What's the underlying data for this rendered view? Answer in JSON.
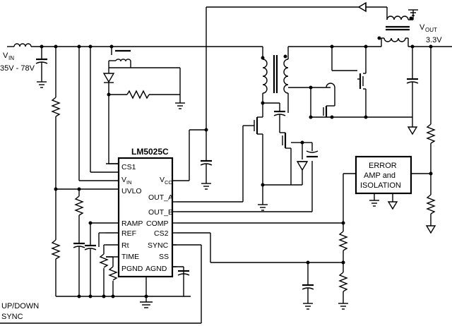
{
  "labels": {
    "vin": "V",
    "vin_sub": "IN",
    "vin_range": "35V - 78V",
    "vout": "V",
    "vout_sub": "OUT",
    "vout_value": "3.3V",
    "updown": "UP/DOWN",
    "sync": "SYNC"
  },
  "chip": {
    "name": "LM5025C",
    "pins_left": [
      "CS1",
      "V",
      "UVLO",
      "RAMP",
      "REF",
      "Rt",
      "TIME",
      "PGND"
    ],
    "pin_vin_sub": "IN",
    "pins_right": [
      "V",
      "OUT_A",
      "OUT_B",
      "COMP",
      "CS2",
      "SYNC",
      "SS",
      "AGND"
    ],
    "pin_vcc_sub": "CC"
  },
  "error_block": {
    "line1": "ERROR",
    "line2": "AMP and",
    "line3": "ISOLATION"
  }
}
